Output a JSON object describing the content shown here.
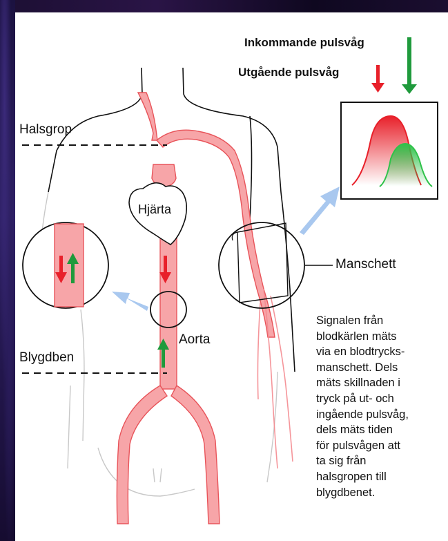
{
  "labels": {
    "incoming": "Inkommande pulsvåg",
    "outgoing": "Utgående pulsvåg",
    "halsgrop": "Halsgrop",
    "hjarta": "Hjärta",
    "manschett": "Manschett",
    "aorta": "Aorta",
    "blygdben": "Blygdben"
  },
  "description_lines": [
    "Signalen från",
    "blodkärlen mäts",
    "via en blodtrycks-",
    "manschett. Dels",
    "mäts skillnaden i",
    "tryck på ut- och",
    "ingående pulsvåg,",
    "dels mäts tiden",
    "för pulsvågen att",
    "ta sig från",
    "halsgropen till",
    "blygdbenet."
  ],
  "colors": {
    "artery": "#f7a5a8",
    "artery_stroke": "#e8545a",
    "outgoing_wave": "#e8202a",
    "incoming_wave": "#1f9a3c",
    "pointer_arrow": "#a9c8ef",
    "outline": "#111111"
  }
}
